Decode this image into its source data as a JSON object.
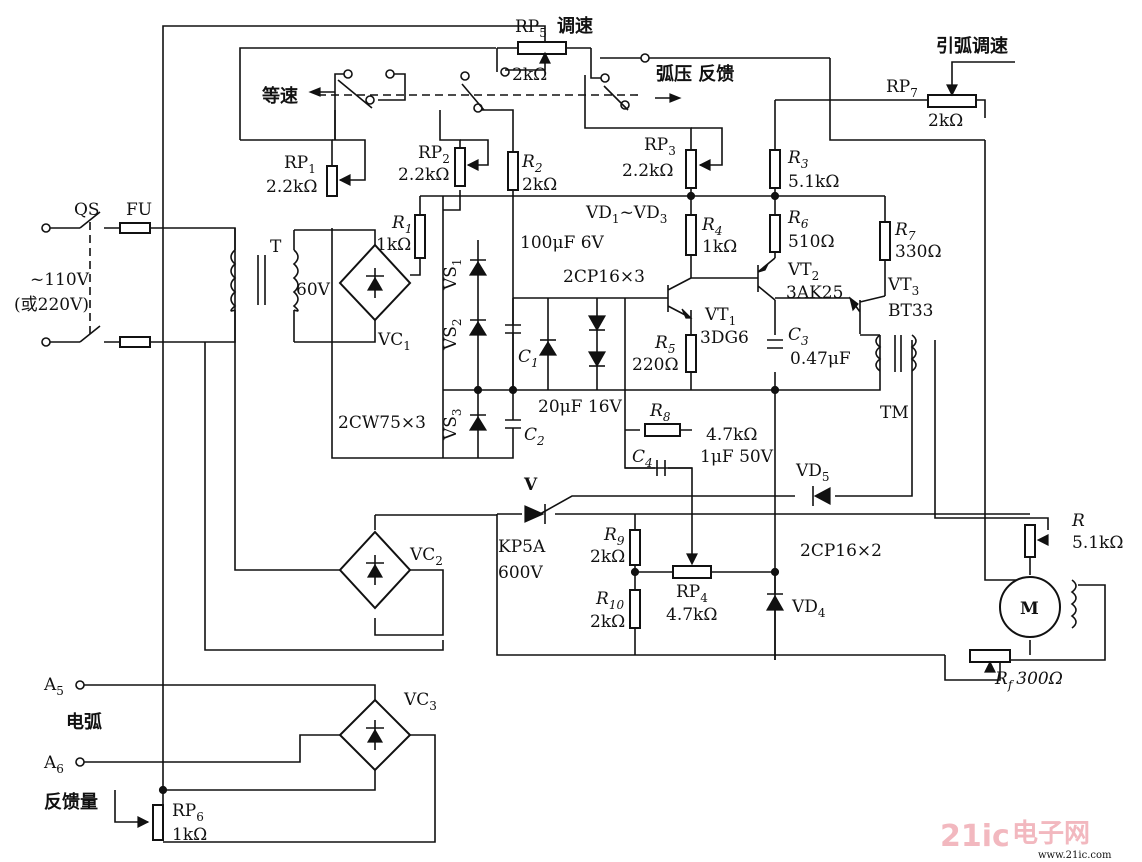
{
  "labels": {
    "qs": "QS",
    "fu": "FU",
    "t": "T",
    "supply_voltage": "~110V",
    "supply_alt": "(或220V)",
    "sec_60v": "60V",
    "vc1": "VC",
    "vc1_sub": "1",
    "rp1": "RP",
    "rp1_sub": "1",
    "rp1_val": "2.2kΩ",
    "rp2": "RP",
    "rp2_sub": "2",
    "rp2_val": "2.2kΩ",
    "r2": "R",
    "r2_sub": "2",
    "r2_val": "2kΩ",
    "r1": "R",
    "r1_sub": "1",
    "r1_val": "1kΩ",
    "rp5": "RP",
    "rp5_sub": "5",
    "rp5_note": "调速",
    "rp5_val": "2kΩ",
    "equal_speed": "等速",
    "arc_feedback": "弧压 反馈",
    "rp3": "RP",
    "rp3_sub": "3",
    "rp3_val": "2.2kΩ",
    "vd1_vd3": "VD",
    "vd1_sub": "1",
    "vd_tilde": "~VD",
    "vd3_sub": "3",
    "cap_100": "100μF 6V",
    "cp16x3": "2CP16×3",
    "vs1": "VS",
    "vs1_sub": "1",
    "vs2": "VS",
    "vs2_sub": "2",
    "vs3": "VS",
    "vs3_sub": "3",
    "c1": "C",
    "c1_sub": "1",
    "c2": "C",
    "c2_sub": "2",
    "cap_20": "20μF 16V",
    "cw75": "2CW75×3",
    "r3": "R",
    "r3_sub": "3",
    "r3_val": "5.1kΩ",
    "r4": "R",
    "r4_sub": "4",
    "r4_val": "1kΩ",
    "r5": "R",
    "r5_sub": "5",
    "r5_val": "220Ω",
    "r6": "R",
    "r6_sub": "6",
    "r6_val": "510Ω",
    "r7": "R",
    "r7_sub": "7",
    "r7_val": "330Ω",
    "vt1": "VT",
    "vt1_sub": "1",
    "vt1_type": "3DG6",
    "vt2": "VT",
    "vt2_sub": "2",
    "vt2_type": "3AK25",
    "vt3": "VT",
    "vt3_sub": "3",
    "vt3_type": "BT33",
    "c3": "C",
    "c3_sub": "3",
    "c3_val": "0.47μF",
    "tm": "TM",
    "rp7": "RP",
    "rp7_sub": "7",
    "rp7_note": "引弧调速",
    "rp7_val": "2kΩ",
    "r8": "R",
    "r8_sub": "8",
    "r8_val": "4.7kΩ",
    "c4": "C",
    "c4_sub": "4",
    "c4_val": "1μF 50V",
    "vd5": "VD",
    "vd5_sub": "5",
    "v": "V",
    "kp5a": "KP5A",
    "kp5a_v": "600V",
    "r9": "R",
    "r9_sub": "9",
    "r9_val": "2kΩ",
    "r10": "R",
    "r10_sub": "10",
    "r10_val": "2kΩ",
    "rp4": "RP",
    "rp4_sub": "4",
    "rp4_val": "4.7kΩ",
    "cp16x2": "2CP16×2",
    "vd4": "VD",
    "vd4_sub": "4",
    "r": "R",
    "r_val": "5.1kΩ",
    "m": "M",
    "rf": "R",
    "rf_sub": "f",
    "rf_val": "300Ω",
    "vc2": "VC",
    "vc2_sub": "2",
    "vc3": "VC",
    "vc3_sub": "3",
    "a5": "A",
    "a5_sub": "5",
    "a6": "A",
    "a6_sub": "6",
    "arc": "电弧",
    "feedback_amount": "反馈量",
    "rp6": "RP",
    "rp6_sub": "6",
    "rp6_val": "1kΩ"
  },
  "watermark": {
    "brand": "21ic",
    "cn": "电子网",
    "url": "www.21ic.com"
  }
}
